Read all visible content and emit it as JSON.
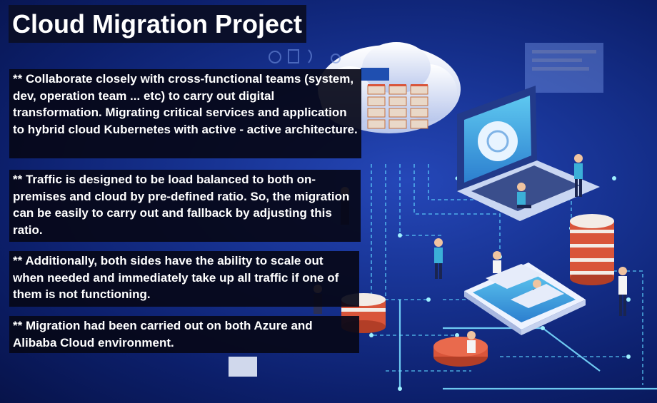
{
  "title": "Cloud Migration Project",
  "paragraphs": [
    "** Collaborate closely with cross-functional teams (system, dev, operation team ... etc) to carry out digital transformation. Migrating critical services and application to hybrid cloud Kubernetes with active - active architecture.",
    "** Traffic is designed to be load balanced to both on-premises and cloud by pre-defined ratio. So, the migration can be easily to carry out and fallback by adjusting this ratio.",
    "** Additionally, both sides have the ability to scale out when needed and immediately take up all traffic if one of them is not functioning.",
    "** Migration had been carried out on both Azure and Alibaba Cloud environment."
  ],
  "colors": {
    "background": "#16318f",
    "text_box": "#06081a",
    "accent": "#d9553a",
    "glow": "#4fd0ff"
  },
  "illustration": {
    "icons": [
      "cloud-server-icon",
      "laptop-cloud-icon",
      "database-stack-icon",
      "smartphone-icon",
      "person-icon"
    ]
  }
}
